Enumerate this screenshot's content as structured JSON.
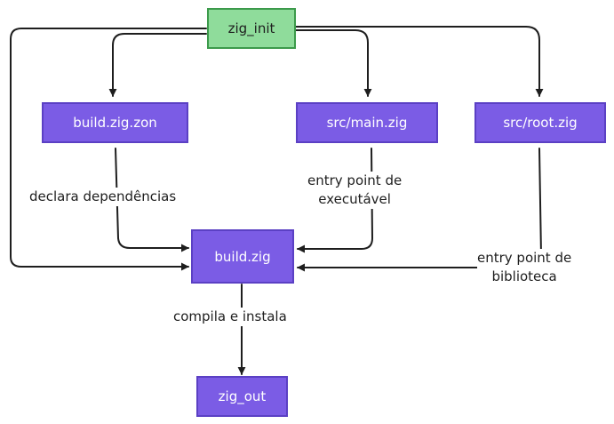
{
  "nodes": {
    "zig_init": "zig_init",
    "build_zig_zon": "build.zig.zon",
    "src_main": "src/main.zig",
    "src_root": "src/root.zig",
    "build_zig": "build.zig",
    "zig_out": "zig_out"
  },
  "edges": {
    "declara": "declara dependências",
    "entry_exe_1": "entry point de",
    "entry_exe_2": "executável",
    "entry_lib_1": "entry point de",
    "entry_lib_2": "biblioteca",
    "compila": "compila e instala"
  },
  "colors": {
    "node_fill": "#7b5ce5",
    "node_stroke": "#5b40c4",
    "root_fill": "#8fdc9b",
    "root_stroke": "#3c9a4b",
    "line": "#1e1e1e"
  }
}
